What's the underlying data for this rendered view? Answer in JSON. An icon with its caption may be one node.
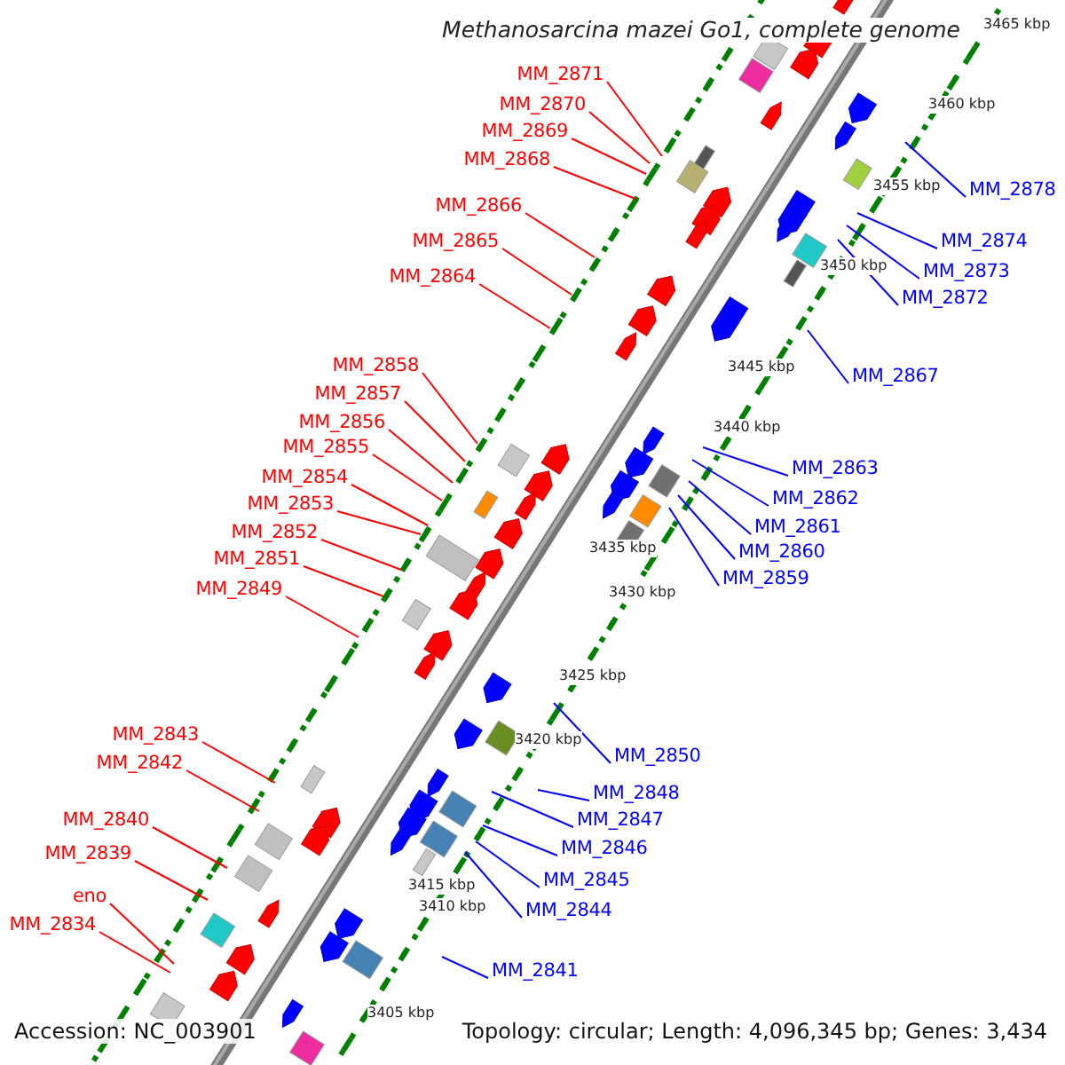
{
  "diagram": {
    "title": "Methanosarcina mazei Go1, complete genome",
    "nodes": [
      {
        "text": [
          "MM_2871"
        ]
      },
      {
        "text": [
          "MM_2870"
        ]
      },
      {
        "text": [
          "MM_2869"
        ]
      },
      {
        "text": [
          "MM_2868"
        ]
      },
      {
        "text": [
          "MM_2878"
        ]
      },
      {
        "text": [
          "MM_2866"
        ]
      },
      {
        "text": [
          "MM_2874"
        ]
      },
      {
        "text": [
          "MM_2865"
        ]
      },
      {
        "text": [
          "MM_2873"
        ]
      },
      {
        "text": [
          "MM_2864"
        ]
      },
      {
        "text": [
          "MM_2872"
        ]
      },
      {
        "text": [
          "MM_2858"
        ]
      },
      {
        "text": [
          "MM_2867"
        ]
      },
      {
        "text": [
          "MM_2857"
        ]
      },
      {
        "text": [
          "MM_2856"
        ]
      },
      {
        "text": [
          "MM_2855"
        ]
      },
      {
        "text": [
          "MM_2863"
        ]
      },
      {
        "text": [
          "MM_2854"
        ]
      },
      {
        "text": [
          "MM_2862"
        ]
      },
      {
        "text": [
          "MM_2853"
        ]
      },
      {
        "text": [
          "MM_2861"
        ]
      },
      {
        "text": [
          "MM_2852"
        ]
      },
      {
        "text": [
          "MM_2860"
        ]
      },
      {
        "text": [
          "MM_2851"
        ]
      },
      {
        "text": [
          "MM_2859"
        ]
      },
      {
        "text": [
          "MM_2849"
        ]
      },
      {
        "text": [
          "MM_2843"
        ]
      },
      {
        "text": [
          "MM_2850"
        ]
      },
      {
        "text": [
          "MM_2842"
        ]
      },
      {
        "text": [
          "MM_2848"
        ]
      },
      {
        "text": [
          "MM_2840"
        ]
      },
      {
        "text": [
          "MM_2847"
        ]
      },
      {
        "text": [
          "MM_2846"
        ]
      },
      {
        "text": [
          "MM_2839"
        ]
      },
      {
        "text": [
          "MM_2845"
        ]
      },
      {
        "text": [
          "eno"
        ]
      },
      {
        "text": [
          "MM_2844"
        ]
      },
      {
        "text": [
          "MM_2834"
        ]
      },
      {
        "text": [
          "MM_2841"
        ]
      }
    ],
    "edges": [
      {
        "from": 0,
        "to": null,
        "arrow": "none"
      },
      {
        "from": 1,
        "to": null,
        "arrow": "none"
      },
      {
        "from": 2,
        "to": null,
        "arrow": "none"
      },
      {
        "from": 3,
        "to": null,
        "arrow": "none"
      },
      {
        "from": 4,
        "to": null,
        "arrow": "none",
        "color": "#0000ff"
      },
      {
        "from": 5,
        "to": null,
        "arrow": "none"
      },
      {
        "from": 6,
        "to": null,
        "arrow": "none",
        "color": "#0000ff"
      },
      {
        "from": 7,
        "to": null,
        "arrow": "none"
      },
      {
        "from": 8,
        "to": null,
        "arrow": "none",
        "color": "#0000ff"
      },
      {
        "from": 9,
        "to": null,
        "arrow": "none"
      },
      {
        "from": 10,
        "to": null,
        "arrow": "none",
        "color": "#0000ff"
      },
      {
        "from": 11,
        "to": null,
        "arrow": "none"
      },
      {
        "from": 12,
        "to": null,
        "arrow": "none",
        "color": "#0000ff"
      },
      {
        "from": 13,
        "to": null,
        "arrow": "none"
      },
      {
        "from": 14,
        "to": null,
        "arrow": "none"
      },
      {
        "from": 15,
        "to": null,
        "arrow": "none"
      },
      {
        "from": 16,
        "to": null,
        "arrow": "none",
        "color": "#0000ff"
      },
      {
        "from": 17,
        "to": null,
        "arrow": "none"
      },
      {
        "from": 18,
        "to": null,
        "arrow": "none",
        "color": "#0000ff"
      },
      {
        "from": 19,
        "to": null,
        "arrow": "none"
      },
      {
        "from": 20,
        "to": null,
        "arrow": "none",
        "color": "#0000ff"
      },
      {
        "from": 21,
        "to": null,
        "arrow": "none"
      },
      {
        "from": 22,
        "to": null,
        "arrow": "none",
        "color": "#0000ff"
      },
      {
        "from": 23,
        "to": null,
        "arrow": "none"
      },
      {
        "from": 24,
        "to": null,
        "arrow": "none",
        "color": "#0000ff"
      },
      {
        "from": 25,
        "to": null,
        "arrow": "none"
      },
      {
        "from": 26,
        "to": null,
        "arrow": "none"
      },
      {
        "from": 27,
        "to": null,
        "arrow": "none",
        "color": "#0000ff"
      },
      {
        "from": 28,
        "to": null,
        "arrow": "none"
      },
      {
        "from": 29,
        "to": null,
        "arrow": "none",
        "color": "#0000ff"
      },
      {
        "from": 30,
        "to": null,
        "arrow": "none"
      },
      {
        "from": 31,
        "to": null,
        "arrow": "none",
        "color": "#0000ff"
      },
      {
        "from": 32,
        "to": null,
        "arrow": "none",
        "color": "#0000ff"
      },
      {
        "from": 33,
        "to": null,
        "arrow": "none"
      },
      {
        "from": 34,
        "to": null,
        "arrow": "none",
        "color": "#0000ff"
      },
      {
        "from": 35,
        "to": null,
        "arrow": "none"
      },
      {
        "from": 36,
        "to": null,
        "arrow": "none",
        "color": "#0000ff"
      },
      {
        "from": 37,
        "to": null,
        "arrow": "none"
      },
      {
        "from": 38,
        "to": null,
        "arrow": "none",
        "color": "#0000ff"
      }
    ],
    "labels": [
      "3465 kbp",
      "3460 kbp",
      "3455 kbp",
      "3450 kbp",
      "3445 kbp",
      "3440 kbp",
      "3435 kbp",
      "3430 kbp",
      "3425 kbp",
      "3420 kbp",
      "3415 kbp",
      "3410 kbp",
      "3405 kbp",
      "Accession: NC_003901",
      "Topology: circular; Length: 4,096,345 bp; Genes: 3,434"
    ]
  }
}
